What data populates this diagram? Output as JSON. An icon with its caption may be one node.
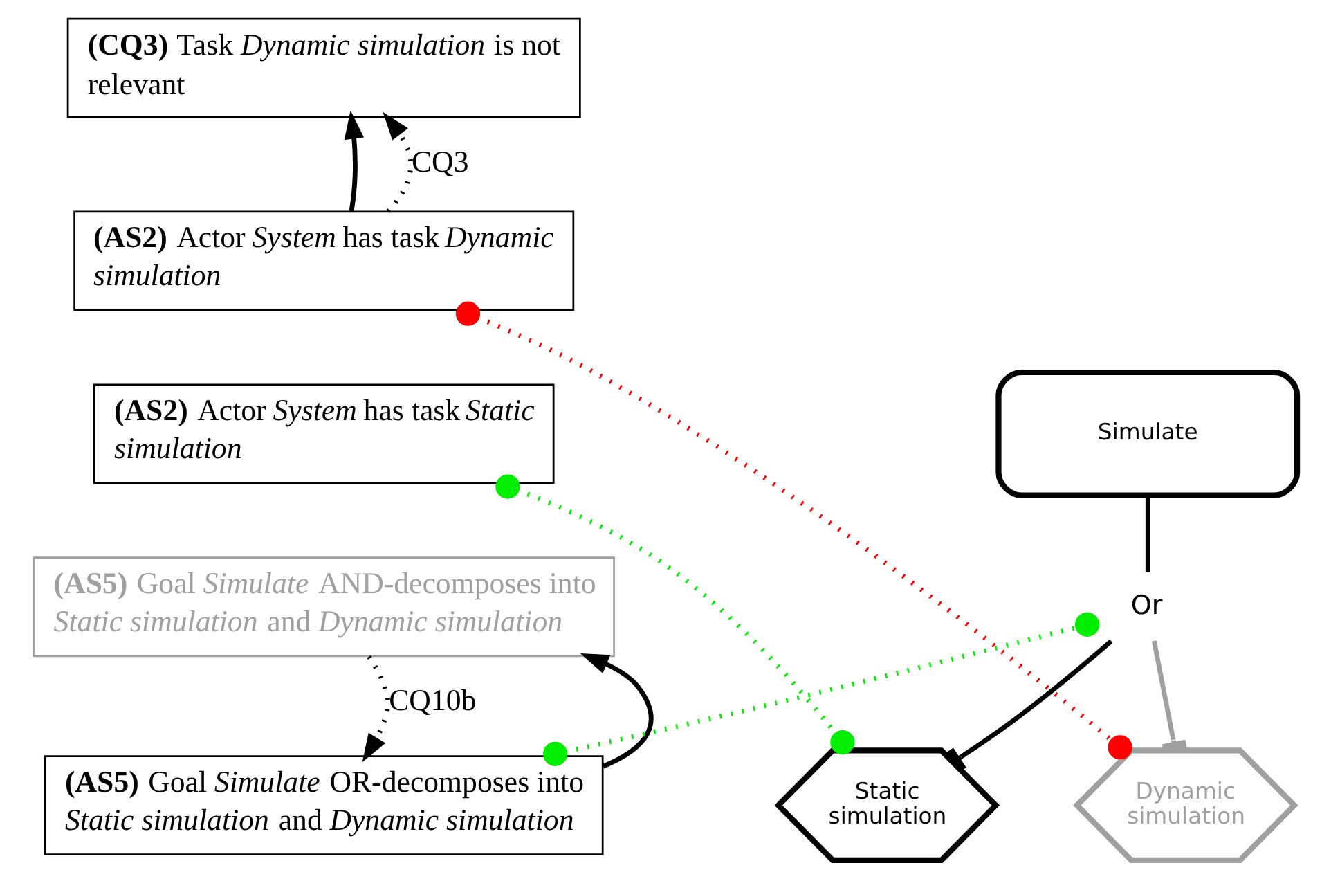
{
  "diagram": {
    "nodes": [
      {
        "text": [
          "**(CQ3)** Task *Dynamic simulation* is not relevant"
        ]
      },
      {
        "text": [
          "**(AS2)** Actor *System* has task *Dynamic simulation*"
        ]
      },
      {
        "text": [
          "**(AS2)** Actor *System* has task *Static simulation*"
        ]
      },
      {
        "text": [
          "**(AS5)** Goal *Simulate* AND-decomposes into *Static simulation* and *Dynamic simulation*"
        ]
      },
      {
        "text": [
          "**(AS5)** Goal *Simulate* OR-decomposes into *Static simulation* and *Dynamic simulation*"
        ]
      },
      {
        "text": [
          "Simulate"
        ]
      },
      {
        "text": [
          "Static simulation"
        ]
      },
      {
        "text": [
          "Dynamic simulation"
        ]
      },
      {
        "text": [
          "Or"
        ]
      }
    ],
    "edges": [
      {
        "from": 1,
        "to": 0,
        "arrow": "to"
      },
      {
        "from": 1,
        "to": 0,
        "arrow": "to",
        "label": "CQ3",
        "style": "dashed"
      },
      {
        "from": 4,
        "to": 3,
        "arrow": "to"
      },
      {
        "from": 3,
        "to": 4,
        "arrow": "to",
        "label": "CQ10b",
        "style": "dashed"
      },
      {
        "from": 5,
        "to": 8,
        "arrow": "none"
      },
      {
        "from": 8,
        "to": 6,
        "arrow": "other"
      },
      {
        "from": 8,
        "to": 7,
        "arrow": "other",
        "color": "#a0a0a0"
      },
      {
        "from": 1,
        "to": 7,
        "arrow": "other",
        "style": "dashed",
        "color": "#ff0000"
      },
      {
        "from": 2,
        "to": 6,
        "arrow": "other",
        "style": "dashed",
        "color": "#00ee00"
      },
      {
        "from": 4,
        "to": 8,
        "arrow": "other",
        "style": "dashed",
        "color": "#00ee00"
      }
    ]
  }
}
